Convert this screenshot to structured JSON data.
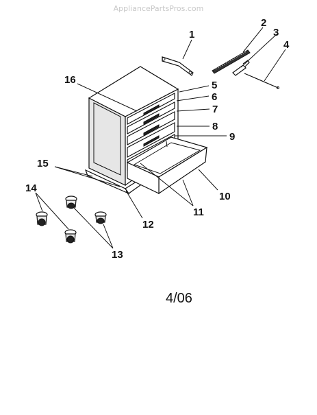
{
  "watermark": "AppliancePartsPros.com",
  "date_code": "4/06",
  "callouts": [
    "1",
    "2",
    "3",
    "4",
    "5",
    "6",
    "7",
    "8",
    "9",
    "10",
    "11",
    "12",
    "13",
    "14",
    "15",
    "16"
  ]
}
